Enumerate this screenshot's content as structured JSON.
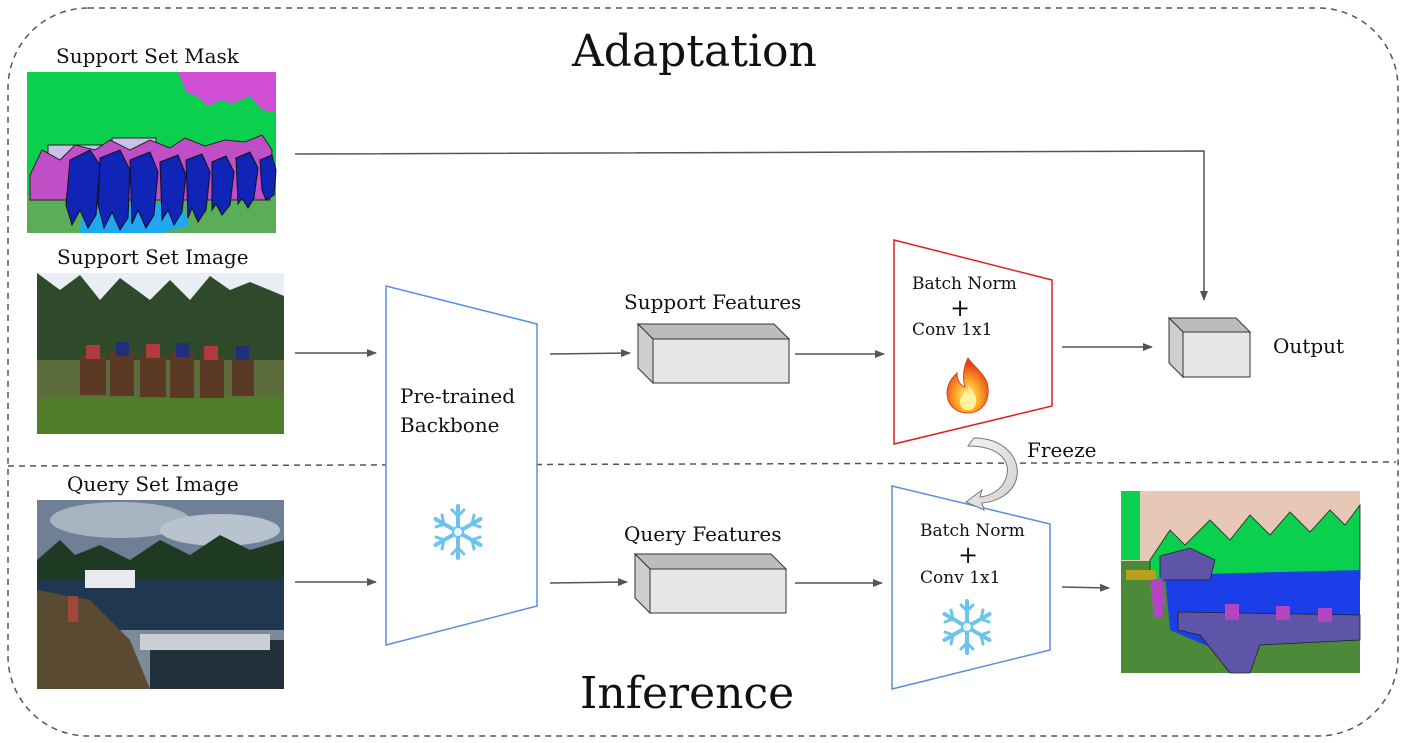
{
  "titles": {
    "adaptation": "Adaptation",
    "inference": "Inference"
  },
  "support_mask": {
    "label": "Support Set Mask"
  },
  "support_image": {
    "label": "Support Set Image"
  },
  "query_image": {
    "label": "Query Set Image"
  },
  "backbone": {
    "line1": "Pre-trained",
    "line2": "Backbone",
    "icon": "snowflake-icon"
  },
  "support_features": {
    "label": "Support Features"
  },
  "query_features": {
    "label": "Query Features"
  },
  "support_head": {
    "line1": "Batch Norm",
    "plus": "+",
    "line2": "Conv 1x1",
    "icon": "fire-icon"
  },
  "query_head": {
    "line1": "Batch Norm",
    "plus": "+",
    "line2": "Conv 1x1",
    "icon": "snowflake-icon"
  },
  "freeze": {
    "label": "Freeze"
  },
  "output": {
    "label": "Output"
  },
  "colors": {
    "trainable_border": "#e02020",
    "frozen_border": "#5b8fe0",
    "arrow": "#555555",
    "box_front": "#e6e6e6",
    "box_top": "#bcbcbc",
    "box_side": "#cfcfcf"
  }
}
